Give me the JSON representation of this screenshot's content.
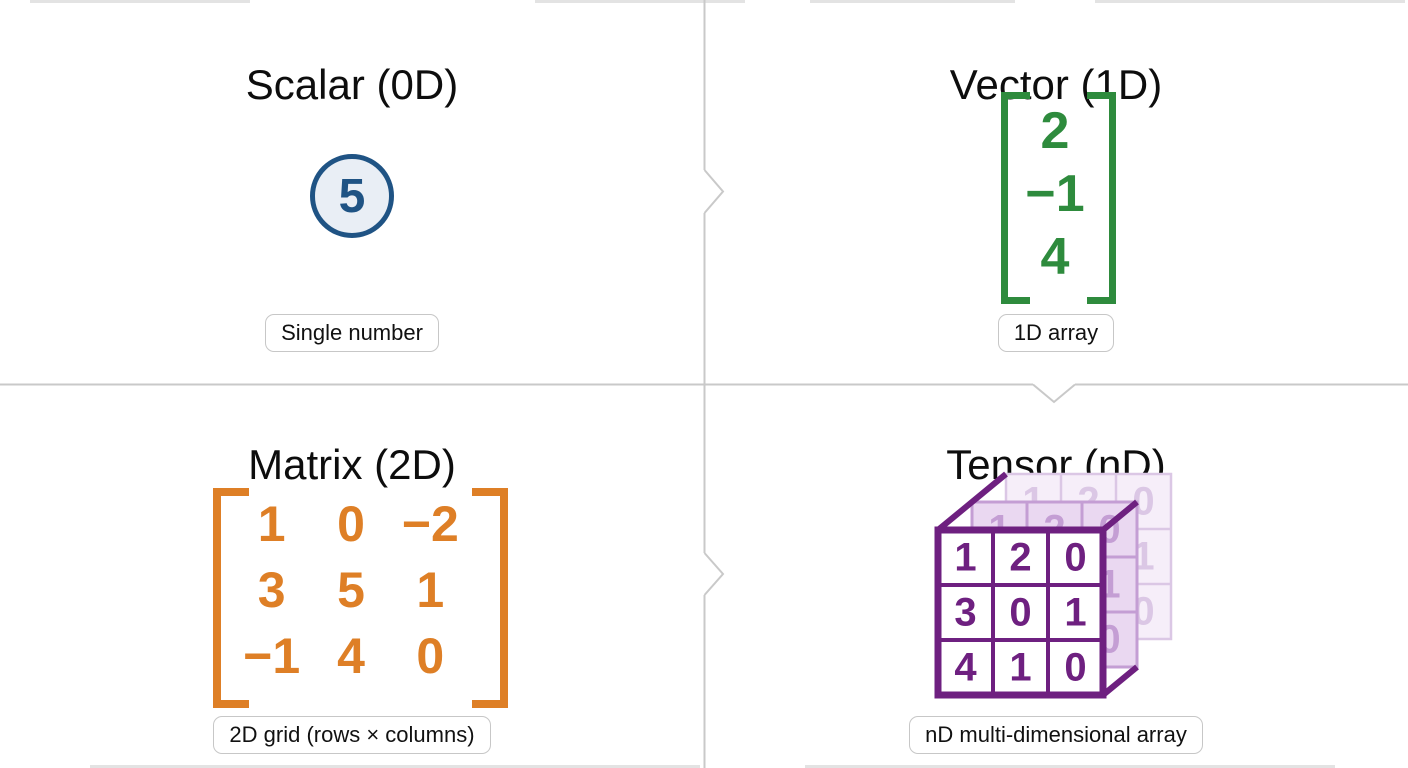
{
  "quadrants": [
    {
      "id": "scalar",
      "title": "Scalar (0D)",
      "caption": "Single number",
      "value": "5",
      "accent_color": "#1f5384",
      "fill_color": "#e9eef5"
    },
    {
      "id": "vector",
      "title": "Vector (1D)",
      "caption": "1D array",
      "values": [
        "2",
        "−1",
        "4"
      ],
      "accent_color": "#2e8b3d"
    },
    {
      "id": "matrix",
      "title": "Matrix (2D)",
      "caption": "2D grid (rows × columns)",
      "rows": [
        [
          "1",
          "0",
          "−2"
        ],
        [
          "3",
          "5",
          "1"
        ],
        [
          "−1",
          "4",
          "0"
        ]
      ],
      "accent_color": "#de7f26"
    },
    {
      "id": "tensor",
      "title": "Tensor (nD)",
      "caption": "nD multi-dimensional array",
      "slice": [
        [
          "1",
          "2",
          "0"
        ],
        [
          "3",
          "0",
          "1"
        ],
        [
          "4",
          "1",
          "0"
        ]
      ],
      "depth_slices": 3,
      "accent_color": "#6e2080",
      "mid_slice_color": "#c49ed4",
      "back_slice_color": "#dbc7e5"
    }
  ],
  "flow": {
    "divider_color": "#c9c9c9",
    "arrows": [
      {
        "from": "scalar",
        "to": "vector",
        "direction": "right"
      },
      {
        "from": "vector",
        "to": "tensor",
        "direction": "down"
      },
      {
        "from": "matrix",
        "to": "tensor",
        "direction": "right"
      }
    ]
  }
}
